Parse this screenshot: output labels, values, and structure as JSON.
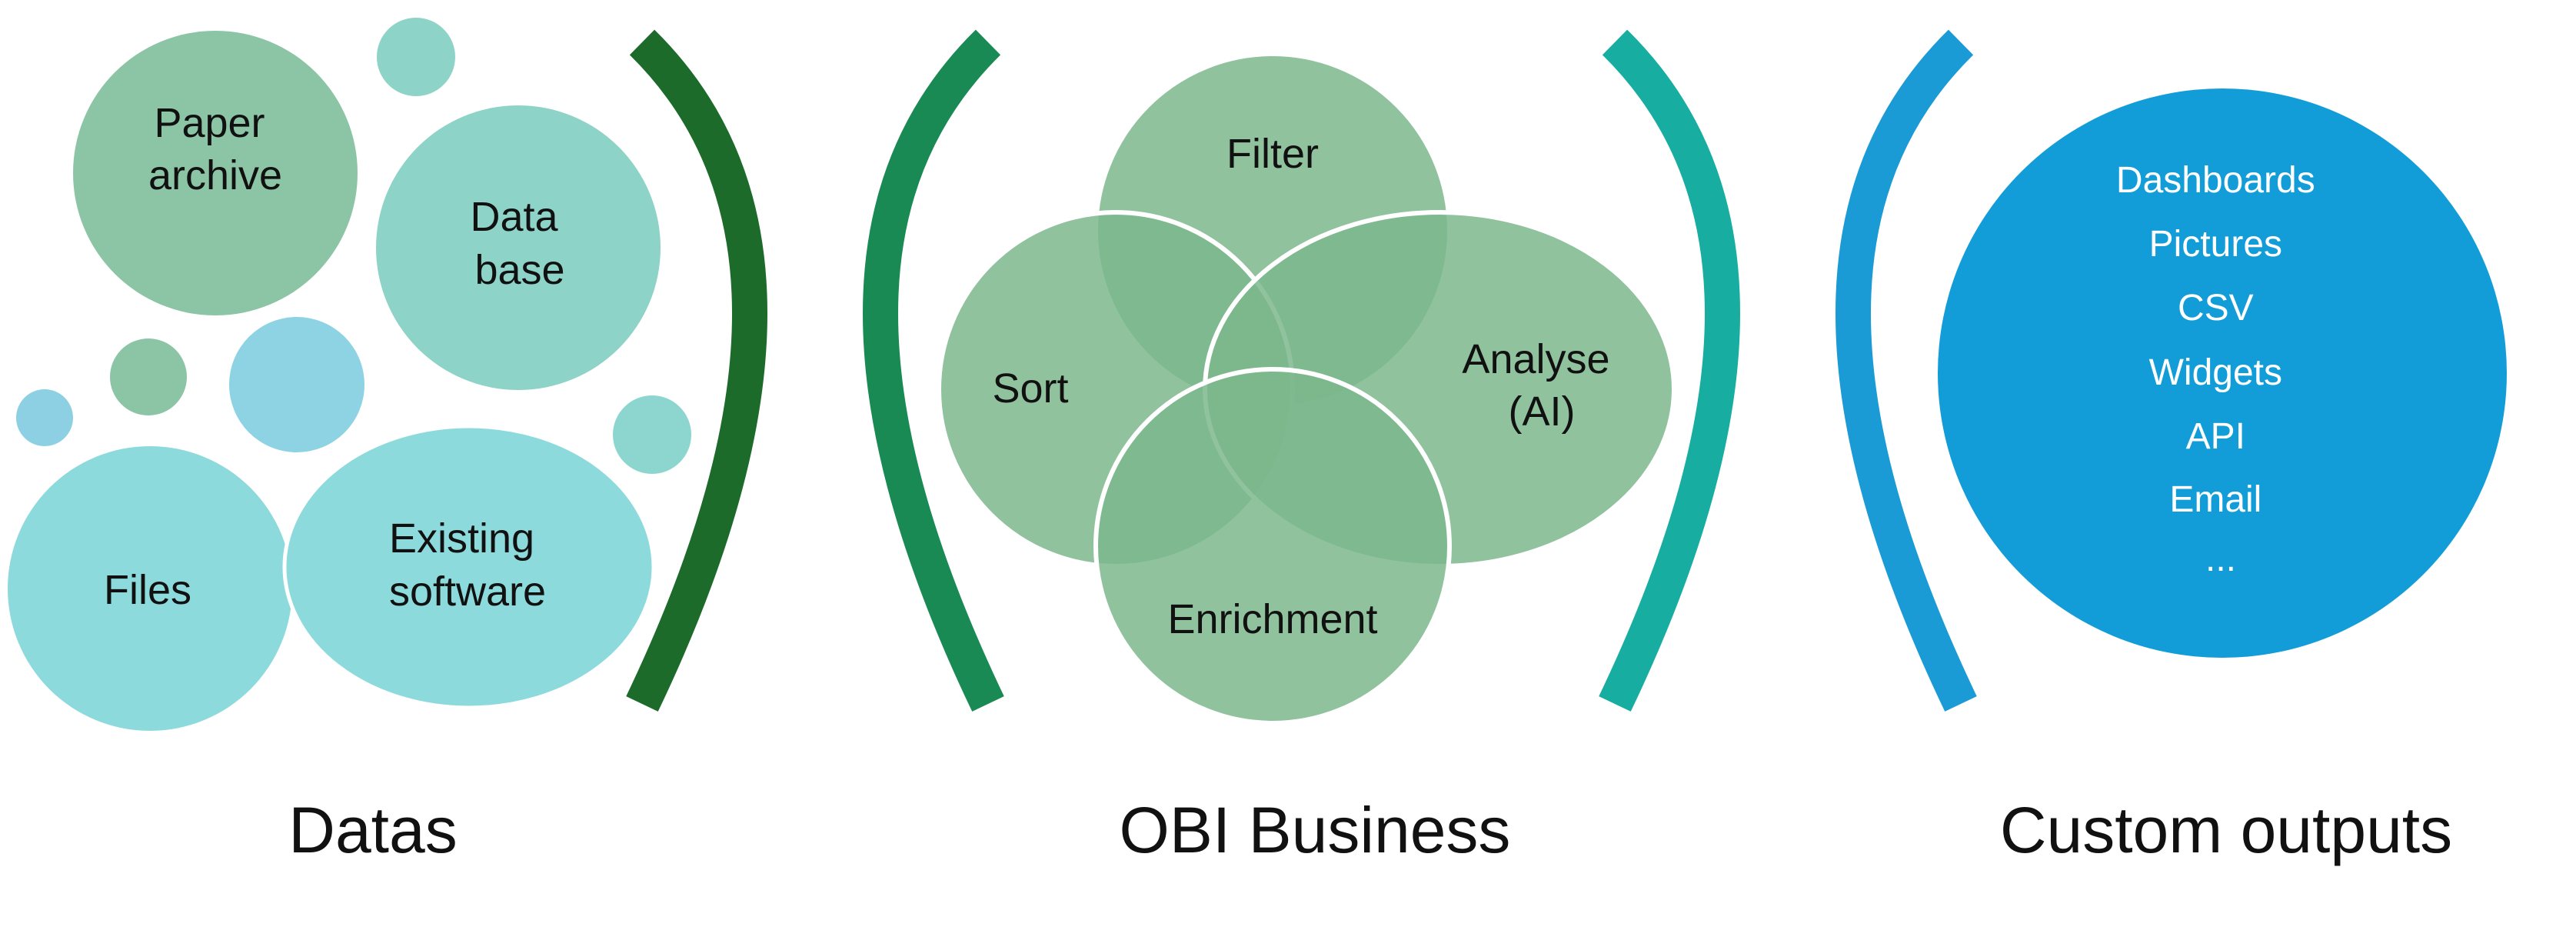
{
  "colors": {
    "data_green": "#8cc4a6",
    "data_teal": "#8dd3c7",
    "data_cyan": "#8ddadd",
    "data_blue": "#8dcfe3",
    "data_bracket": "#1d6b2a",
    "obi_bracket": "#1a8a55",
    "obi_circle": "#7db78d",
    "output_bracket_left": "#17ada0",
    "output_bracket_right": "#1a9bd6",
    "output_circle": "#129dd8"
  },
  "sections": {
    "datas": "Datas",
    "obi": "OBI Business",
    "outputs": "Custom outputs"
  },
  "datas": {
    "paper_archive": [
      "Paper",
      "archive"
    ],
    "database": [
      "Data",
      "base"
    ],
    "files": "Files",
    "existing_software": [
      "Existing",
      "software"
    ]
  },
  "obi": {
    "filter": "Filter",
    "sort": "Sort",
    "analyse": [
      "Analyse",
      "(AI)"
    ],
    "enrichment": "Enrichment"
  },
  "outputs": {
    "items": [
      "Dashboards",
      "Pictures",
      "CSV",
      "Widgets",
      "API",
      "Email",
      "..."
    ]
  }
}
